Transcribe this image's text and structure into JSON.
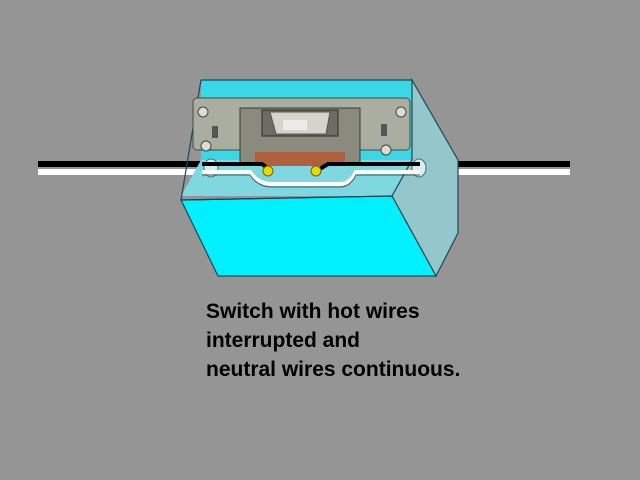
{
  "diagram": {
    "caption": {
      "lines": [
        "Switch with hot wires",
        "interrupted and",
        "neutral wires continuous."
      ]
    },
    "colors": {
      "background": "#959595",
      "box_front": "#00f0ff",
      "box_back": "#3ad7e6",
      "box_side": "#94c7cc",
      "box_bottom": "#7fd8e0",
      "hot_wire": "#000000",
      "neutral_wire": "#ffffff",
      "switch_body": "#8a8a7e",
      "switch_plate": "#a9aea0",
      "toggle": "#d4d4cc",
      "terminal_screw": "#e6d800",
      "copper_ground": "#b0603c"
    },
    "components": {
      "box": "electrical-box",
      "switch": "toggle-switch",
      "wires": [
        "hot-wire",
        "neutral-wire"
      ]
    }
  }
}
